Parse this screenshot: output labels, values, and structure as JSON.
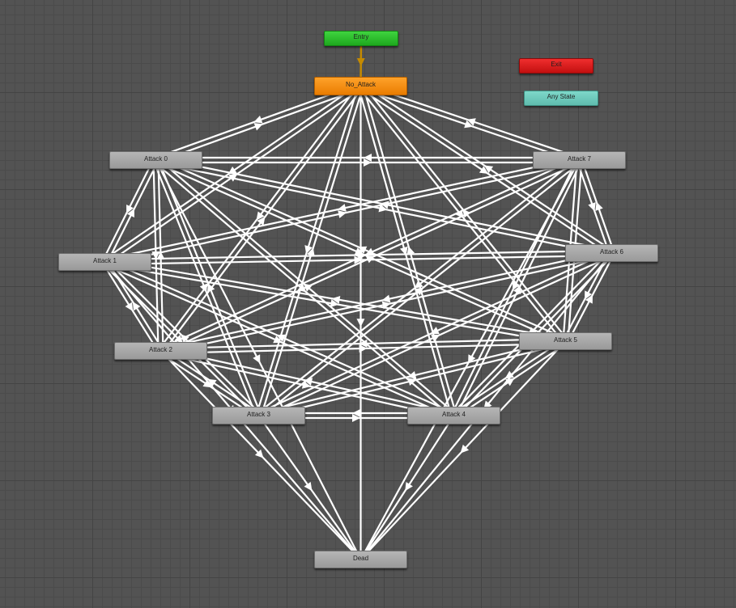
{
  "colors": {
    "background": "#535353",
    "grid_minor": "#4b4b4b",
    "grid_major": "#444444",
    "transition": "#ffffff",
    "entry_transition": "#c48a00",
    "state_default": "#aaaaaa",
    "state_entry": "#2bbd2b",
    "state_exit": "#d91b1b",
    "state_any": "#6dcabc",
    "state_default_layer": "#f08a0f"
  },
  "states": {
    "entry": "Entry",
    "exit": "Exit",
    "any_state": "Any State",
    "no_attack": "No_Attack",
    "attack_0": "Attack 0",
    "attack_1": "Attack 1",
    "attack_2": "Attack 2",
    "attack_3": "Attack 3",
    "attack_4": "Attack 4",
    "attack_5": "Attack 5",
    "attack_6": "Attack 6",
    "attack_7": "Attack 7",
    "dead": "Dead"
  }
}
